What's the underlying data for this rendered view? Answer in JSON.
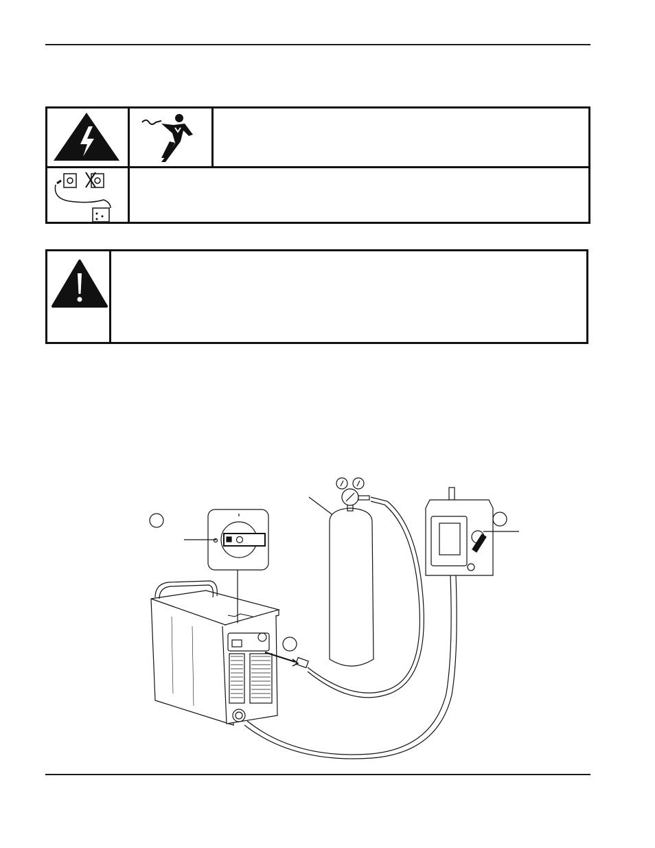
{
  "page": {
    "header_rule": true,
    "footer_rule": true
  },
  "danger_panel": {
    "icons": [
      "electric-shock-triangle-icon",
      "shock-person-icon",
      "disconnect-power-icon"
    ],
    "row1_text": "",
    "row2_text": ""
  },
  "caution_panel": {
    "icon": "exclamation-triangle-icon",
    "text": ""
  },
  "figure": {
    "callouts": [
      {
        "id": "callout-1",
        "label": ""
      },
      {
        "id": "callout-2",
        "label": ""
      },
      {
        "id": "callout-3",
        "label": ""
      }
    ],
    "components": [
      "power-supply-unit",
      "power-switch-detail",
      "gas-cylinder-with-regulator",
      "disconnect-switch-box",
      "gas-supply-hose",
      "power-cord"
    ]
  }
}
